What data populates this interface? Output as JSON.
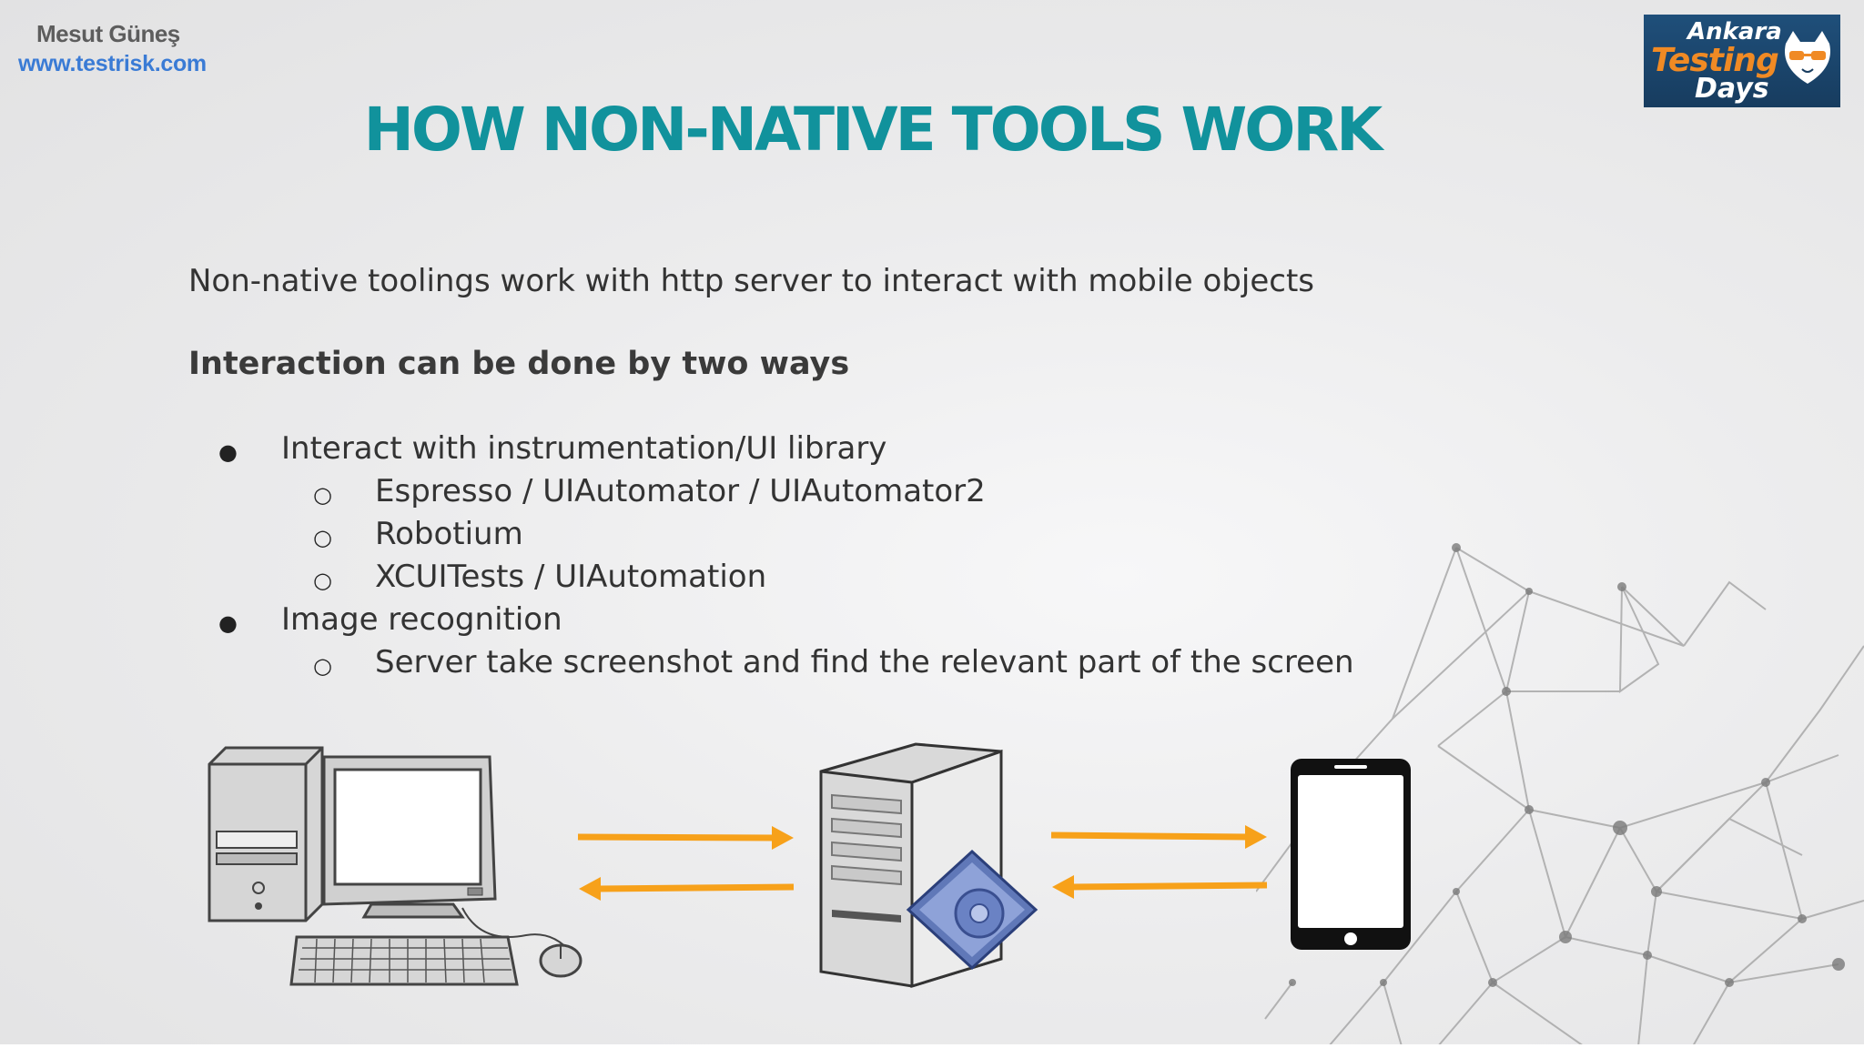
{
  "header": {
    "author": "Mesut Güneş",
    "website": "www.testrisk.com"
  },
  "logo": {
    "line1": "Ankara",
    "line2": "Testing",
    "line3": "Days"
  },
  "slide": {
    "title": "HOW NON-NATIVE TOOLS WORK",
    "intro": "Non-native toolings work with http server to interact with mobile objects",
    "subheading": "Interaction can be done by two ways",
    "bullets": [
      {
        "mark": "●",
        "text": "Interact with instrumentation/UI library",
        "children": [
          {
            "mark": "○",
            "text": "Espresso / UIAutomator / UIAutomator2"
          },
          {
            "mark": "○",
            "text": "Robotium"
          },
          {
            "mark": "○",
            "text": "XCUITests / UIAutomation"
          }
        ]
      },
      {
        "mark": "●",
        "text": "Image recognition",
        "children": [
          {
            "mark": "○",
            "text": "Server take screenshot and find the relevant part of the screen"
          }
        ]
      }
    ]
  },
  "diagram": {
    "nodes": [
      "desktop-computer-icon",
      "server-icon",
      "mobile-phone-icon"
    ],
    "arrow_color": "#f7a11a",
    "arrows": [
      "bidirectional",
      "bidirectional"
    ]
  },
  "colors": {
    "title": "#11929c",
    "body_text": "#333333",
    "link": "#3a7bd5",
    "logo_bg": "#1f4f7a",
    "logo_accent": "#f08a24"
  }
}
